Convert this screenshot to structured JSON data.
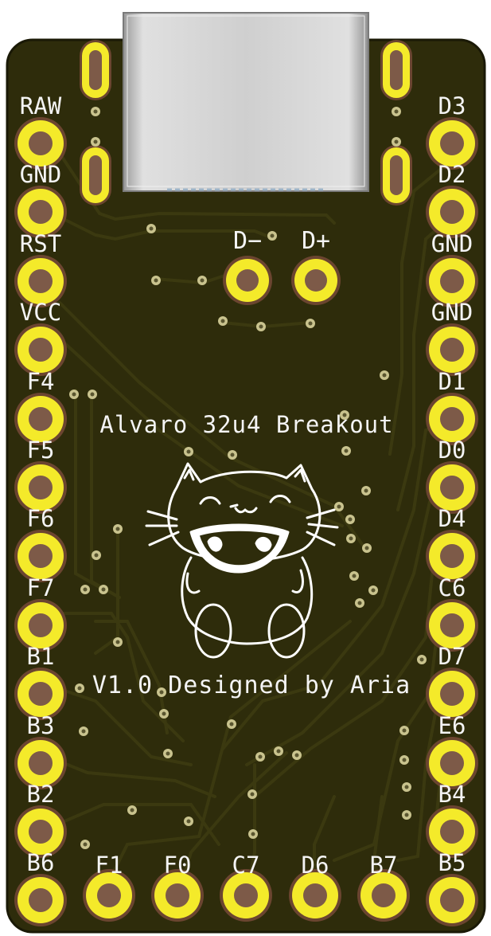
{
  "board": {
    "title": "Alvaro 32u4 Breakout",
    "credit": "V1.0 Designed by Aria",
    "usb_labels": {
      "dminus": "D−",
      "dplus": "D+"
    }
  },
  "pins": {
    "left": [
      "RAW",
      "GND",
      "RST",
      "VCC",
      "F4",
      "F5",
      "F6",
      "F7",
      "B1",
      "B3",
      "B2",
      "B6"
    ],
    "right": [
      "D3",
      "D2",
      "GND",
      "GND",
      "D1",
      "D0",
      "D4",
      "C6",
      "D7",
      "E6",
      "B4",
      "B5"
    ],
    "bottom": [
      "F1",
      "F0",
      "C7",
      "D6",
      "B7"
    ]
  },
  "colors": {
    "board": "#2e2c0b",
    "board_edge": "#1a1906",
    "copper_pad": "#f4ea2a",
    "pad_ring": "#6b4530",
    "silkscreen": "#f4f4f4",
    "via": "#c9c38e",
    "usb_connector": "#c8c8c8"
  },
  "artwork": {
    "logo": "cat-icon"
  }
}
